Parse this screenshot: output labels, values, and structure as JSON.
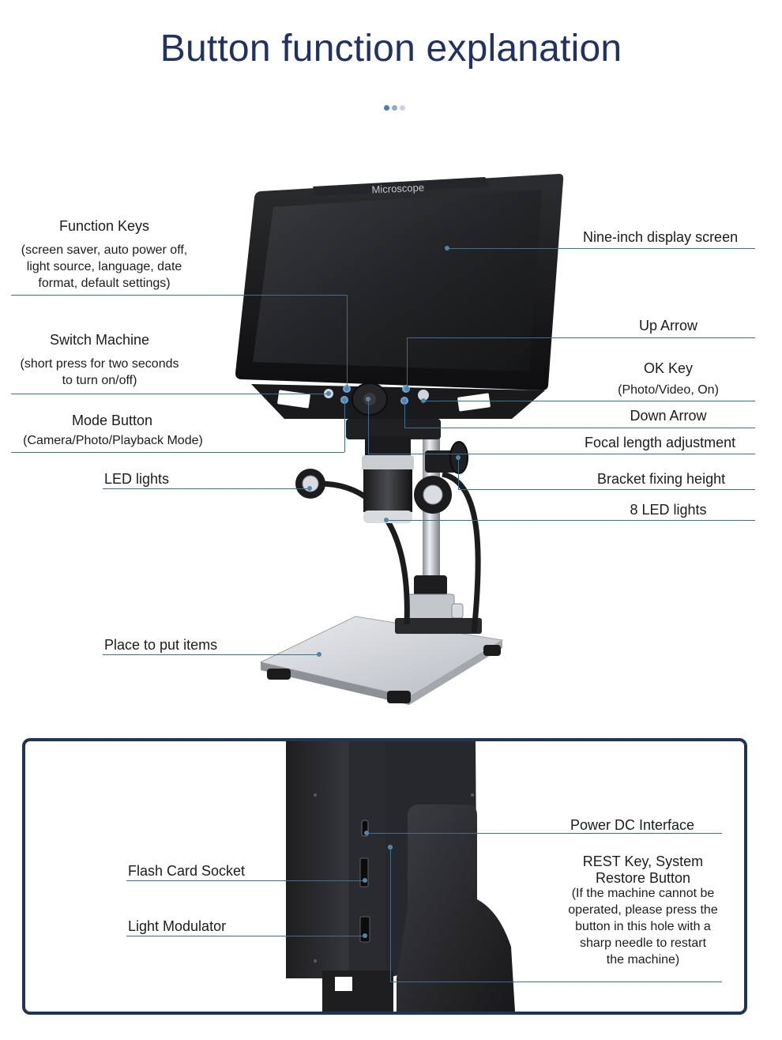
{
  "page": {
    "title": "Button function explanation",
    "accent_color": "#1f3263",
    "dot_colors": [
      "#4d7cbb",
      "#8fa9cb",
      "#c9d4e2"
    ]
  },
  "device": {
    "screen_logo": "Microscope"
  },
  "labels": {
    "function_keys": {
      "title": "Function Keys",
      "desc": [
        "(screen saver, auto power off,",
        "light source, language, date",
        "format, default settings)"
      ]
    },
    "switch_machine": {
      "title": "Switch Machine",
      "desc": [
        "(short press for two seconds",
        "to turn on/off)"
      ]
    },
    "mode_button": {
      "title": "Mode Button",
      "desc": [
        "(Camera/Photo/Playback Mode)"
      ]
    },
    "led_lights": "LED lights",
    "place_items": "Place to put items",
    "display_screen": "Nine-inch display screen",
    "up_arrow": "Up Arrow",
    "ok_key": {
      "title": "OK Key",
      "desc": [
        "(Photo/Video, On)"
      ]
    },
    "down_arrow": "Down Arrow",
    "focal_length": "Focal length adjustment",
    "bracket_height": "Bracket fixing height",
    "eight_led": "8 LED lights"
  },
  "side_view": {
    "flash_card": "Flash Card Socket",
    "light_modulator": "Light Modulator",
    "power_dc": "Power DC Interface",
    "rest_key": {
      "title": [
        "REST Key, System",
        "Restore Button"
      ],
      "desc": [
        "(If the machine cannot be",
        "operated, please press the",
        "button in this hole with a",
        "sharp needle to restart",
        "the machine)"
      ]
    }
  }
}
